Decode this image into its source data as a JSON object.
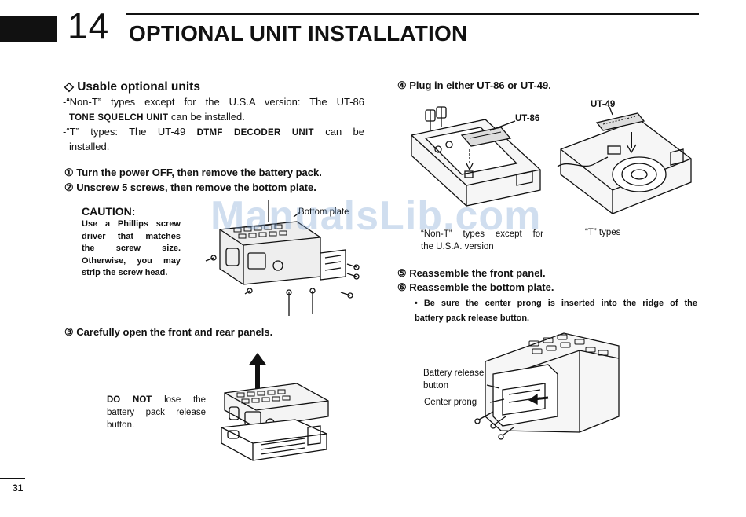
{
  "header": {
    "chapter_number": "14",
    "chapter_title": "OPTIONAL UNIT INSTALLATION"
  },
  "left": {
    "usable_heading": "◇ Usable optional units",
    "bullet1_line1": "-“Non-T” types except for the U.S.A version: The UT-86",
    "bullet1_line2_caps": "TONE SQUELCH UNIT",
    "bullet1_line2_rest": " can be installed.",
    "bullet2_prefix": "-“T” types: The UT-49 ",
    "bullet2_caps": "DTMF DECODER UNIT",
    "bullet2_suffix": " can be",
    "bullet2_line2": "installed.",
    "step1": "① Turn the power OFF, then remove the battery pack.",
    "step2": "② Unscrew 5 screws, then remove the bottom plate.",
    "caution_title": "CAUTION:",
    "caution_lines": [
      "Use a Phillips screw",
      "driver that matches",
      "the screw size.",
      "Otherwise, you may",
      "strip the screw head."
    ],
    "bottom_plate_label": "Bottom plate",
    "step3": "③ Carefully open the front and rear panels.",
    "donot_bold": "DO NOT",
    "donot_rest1": " lose the",
    "donot_line2": "battery pack release",
    "donot_line3": "button."
  },
  "right": {
    "step4": "④ Plug in either UT-86 or UT-49.",
    "ut86_label": "UT-86",
    "ut49_label": "UT-49",
    "nont_caption_line1": "“Non-T” types except for",
    "nont_caption_line2": "the U.S.A. version",
    "t_caption": "“T” types",
    "step5": "⑤ Reassemble the front panel.",
    "step6": "⑥ Reassemble the bottom plate.",
    "note_line1": "• Be sure the center prong is inserted into the ridge of the",
    "note_line2": "battery pack release button.",
    "battery_release_label_1": "Battery release",
    "battery_release_label_2": "button",
    "center_prong_label": "Center prong"
  },
  "watermark": "ManualsLib.com",
  "page_number": "31"
}
